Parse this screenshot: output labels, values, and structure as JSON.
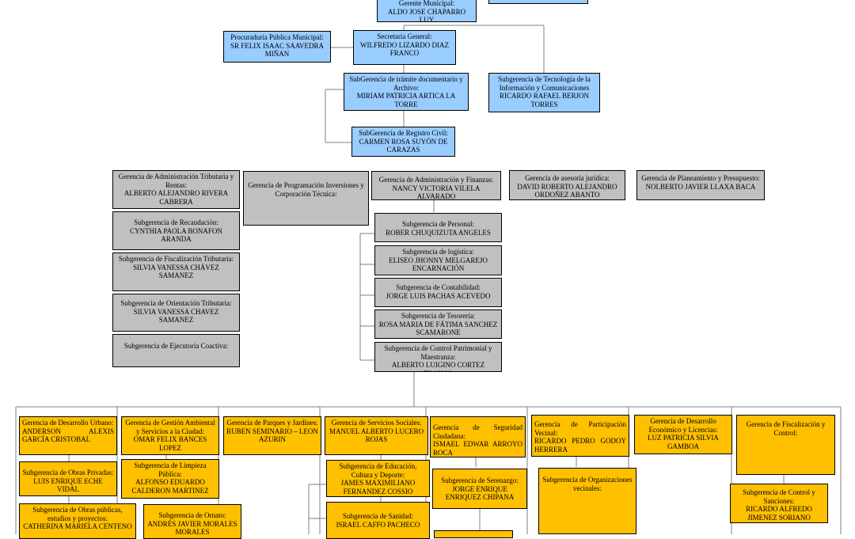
{
  "colors": {
    "blue": "#99ccff",
    "gray": "#c0c0c0",
    "gold": "#ffc000",
    "line": "#7f7f7f"
  },
  "nodes": {
    "gerente": {
      "title": "Gerente Municipal:",
      "name": "ALDO JOSE CHAPARRO LUY"
    },
    "procuraduria": {
      "title": "Procuraduría Pública Municipal:",
      "name": "SR FELIX ISAAC SAAVEDRA MIÑAN"
    },
    "secretaria": {
      "title": "Secretaría General:",
      "name": "WILFREDO LIZARDO DIAZ FRANCO"
    },
    "tramite": {
      "title": "SubGerencia de trámite documentario y Archivo:",
      "name": "MIRIAM PATRICIA ARTICA LA TORRE"
    },
    "tecnologia": {
      "title": "Subgerencia de Tecnología de la Información y Comunicaciones",
      "name": "RICARDO RAFAEL BERJON TORRES"
    },
    "registro": {
      "title": "SubGerencia de Registro Civil:",
      "name": "CARMEN ROSA SUYÓN DE CARAZAS"
    },
    "adm_tributaria": {
      "title": "Gerencia de Administración Tributaria y Rentas:",
      "name": "ALBERTO ALEJANDRO RIVERA CABRERA"
    },
    "recaudacion": {
      "title": "Subgerencia de Recaudación:",
      "name": "CYNTHIA PAOLA BONAFON ARANDA"
    },
    "fiscalizacion_trib": {
      "title": "Subgerencia de Fiscalización Tributaria:",
      "name": "SILVIA VANESSA CHÁVEZ SAMANEZ"
    },
    "orientacion": {
      "title": "Subgerencia de Orientación Tributaria:",
      "name": "SILVIA VANESSA CHAVEZ SAMANEZ"
    },
    "ejecutoria": {
      "title": "Subgerencia de Ejecutoria Coactiva:",
      "name": ""
    },
    "programacion": {
      "title": "Gerencia de Programación Inversiones y Corporación Técnica:",
      "name": ""
    },
    "adm_finanzas": {
      "title": "Gerencia de Administración y Finanzas:",
      "name": "NANCY VICTORIA VILELA ALVARADO"
    },
    "personal": {
      "title": "Subgerencia de Personal:",
      "name": "ROBER CHUQUIZUTA ANGELES"
    },
    "logistica": {
      "title": "Subgerencia de logística:",
      "name": "ELISEO JHONNY MELGAREJO ENCARNACIÓN"
    },
    "contabilidad": {
      "title": "Subgerencia de Contabilidad:",
      "name": "JORGE LUIS PACHAS ACEVEDO"
    },
    "tesoreria": {
      "title": "Subgerencia de Tesorería:",
      "name": "ROSA MARIA DE FÁTIMA SANCHEZ SCAMARONE"
    },
    "patrimonial": {
      "title": "Subgerencia de Control Patrimonial y Maestranza:",
      "name": "ALBERTO LUIGINO CORTEZ TRAUCO"
    },
    "asesoria": {
      "title": "Gerencia de asesoría jurídica:",
      "name": "DAVID ROBERTO ALEJANDRO ORDOÑEZ ABANTO"
    },
    "planeamiento": {
      "title": "Gerencia de Planeamiento y Presupuesto:",
      "name": "NOLBERTO JAVIER LLAXA BACA"
    },
    "desarrollo_urbano": {
      "title": "Gerencia de Desarrollo Urbano:",
      "name": "ANDERSON ALEXIS GARCÍA CRISTOBAL"
    },
    "gestion_ambiental": {
      "title": "Gerencia de Gestión Ambiental y Servicios a la Ciudad:",
      "name": "OMAR FELIX BANCES LOPEZ"
    },
    "parques": {
      "title": "Gerencia de Parques y Jardines:",
      "name": "RUBEN SEMINARIO – LEON AZURIN"
    },
    "servicios_sociales": {
      "title": "Gerencia de Servicios Sociales:",
      "name": "MANUEL ALBERTO LUCERO ROJAS"
    },
    "seguridad": {
      "title": "Gerencia de Seguridad Ciudadana:",
      "name": "ISMAEL EDWAR ARROYO ROCA"
    },
    "participacion": {
      "title": "Gerencia de Participación Vecinal:",
      "name": "RICARDO PEDRO GODOY HERRERA"
    },
    "desarrollo_economico": {
      "title": "Gerencia de Desarrollo Económico y Licencias:",
      "name": "LUZ PATRICIA SILVIA GAMBOA"
    },
    "fiscalizacion_control": {
      "title": "Gerencia de Fiscalización y Control:",
      "name": ""
    },
    "obras_privadas": {
      "title": "Subgerencia de Obras Privadas:",
      "name": "LUIS ENRIQUE ECHE VIDAL"
    },
    "obras_publicas": {
      "title": "Subgerencia de Obras públicas, estudios y proyectos:",
      "name": "CATHERINA MARIELA CENTENO"
    },
    "limpieza": {
      "title": "Subgerencia de Limpieza Pública:",
      "name": "ALFONSO EDUARDO CALDERON MARTINEZ"
    },
    "ornato": {
      "title": "Subgerencia de Ornato:",
      "name": "ANDRÉS JAVIER MORALES MORALES"
    },
    "educacion": {
      "title": "Subgerencia de Educación, Cultura y Deporte:",
      "name": "JAMES MAXIMILIANO FERNANDEZ COSSIO"
    },
    "sanidad": {
      "title": "Subgerencia de Sanidad:",
      "name": "ISRAEL CAFFO PACHECO"
    },
    "serenazgo": {
      "title": "Subgerencia de Serenazgo:",
      "name": "JORGE ENRIQUE ENRIQUEZ CHIPANA"
    },
    "org_vecinales": {
      "title": "Subgerencia de Organizaciones vecinales:",
      "name": ""
    },
    "control_sanciones": {
      "title": "Subgerencia de Control y Sanciones:",
      "name": "RICARDO ALFREDO JIMENEZ SORIANO"
    }
  }
}
